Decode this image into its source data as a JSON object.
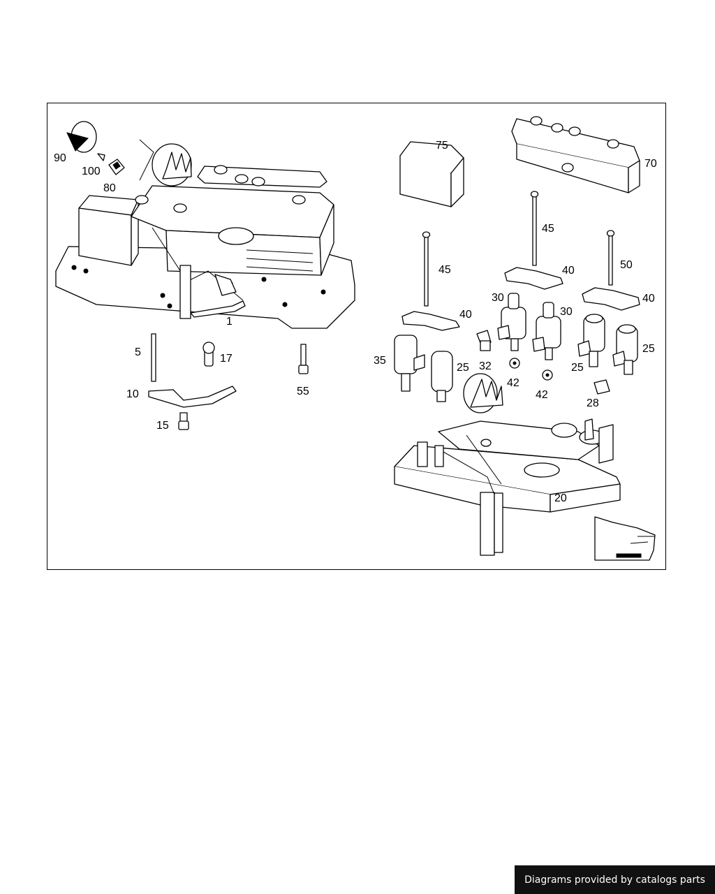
{
  "diagram": {
    "labels": {
      "p90": "90",
      "p100": "100",
      "p80": "80",
      "p1": "1",
      "p5": "5",
      "p17": "17",
      "p55": "55",
      "p10": "10",
      "p15": "15",
      "p75": "75",
      "p70": "70",
      "p45a": "45",
      "p45b": "45",
      "p50": "50",
      "p40a": "40",
      "p40b": "40",
      "p40c": "40",
      "p30a": "30",
      "p30b": "30",
      "p35": "35",
      "p25a": "25",
      "p32": "32",
      "p42a": "42",
      "p42b": "42",
      "p25b": "25",
      "p25c": "25",
      "p28": "28",
      "p20": "20"
    }
  },
  "footer": {
    "credit": "Diagrams provided by catalogs parts"
  }
}
